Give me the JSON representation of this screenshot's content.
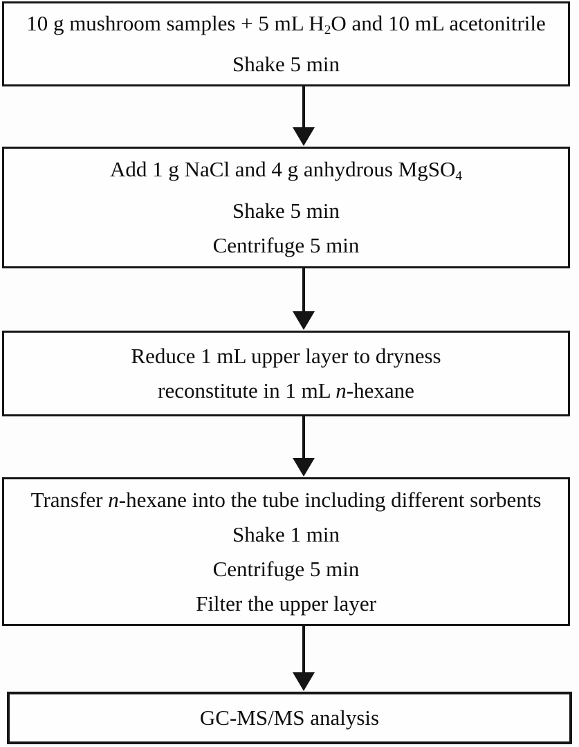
{
  "figure": {
    "kind": "procedure-flowchart",
    "description": "Sample preparation workflow ending in GC-MS/MS analysis",
    "colors": {
      "background": "#fdfdfd",
      "box_fill": "#fefefe",
      "box_border": "#161616",
      "text": "#0d0d0d",
      "arrow": "#141414"
    }
  },
  "flowchart": {
    "boxes": [
      {
        "id": "extraction",
        "lines": [
          [
            {
              "t": "10 g mushroom samples + 5 mL H"
            },
            {
              "t": "2",
              "style": "sub"
            },
            {
              "t": "O and 10 mL acetonitrile"
            }
          ],
          [
            {
              "t": "Shake 5 min"
            }
          ]
        ]
      },
      {
        "id": "salting-out",
        "lines": [
          [
            {
              "t": "Add 1 g NaCl and 4 g anhydrous MgSO"
            },
            {
              "t": "4",
              "style": "sub"
            }
          ],
          [
            {
              "t": "Shake 5 min"
            }
          ],
          [
            {
              "t": "Centrifuge 5 min"
            }
          ]
        ]
      },
      {
        "id": "solvent-exchange",
        "lines": [
          [
            {
              "t": "Reduce 1 mL upper layer to dryness"
            }
          ],
          [
            {
              "t": "reconstitute in 1 mL "
            },
            {
              "t": "n",
              "style": "italic"
            },
            {
              "t": "-hexane"
            }
          ]
        ]
      },
      {
        "id": "sorbent-cleanup",
        "lines": [
          [
            {
              "t": "Transfer "
            },
            {
              "t": "n",
              "style": "italic"
            },
            {
              "t": "-hexane into the tube including different sorbents"
            }
          ],
          [
            {
              "t": "Shake 1 min"
            }
          ],
          [
            {
              "t": "Centrifuge 5 min"
            }
          ],
          [
            {
              "t": "Filter the upper layer"
            }
          ]
        ]
      },
      {
        "id": "analysis",
        "lines": [
          [
            {
              "t": "GC-MS/MS analysis"
            }
          ]
        ]
      }
    ]
  }
}
